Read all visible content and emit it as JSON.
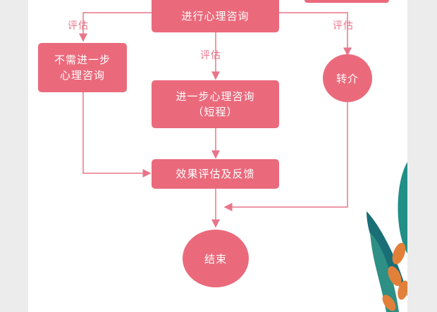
{
  "diagram": {
    "nodes": {
      "counseling": "进行心理咨询",
      "no_need_line1": "不需进一步",
      "no_need_line2": "心理咨询",
      "further_line1": "进一步心理咨询",
      "further_line2": "（短程）",
      "referral": "转介",
      "evaluation_feedback": "效果评估及反馈",
      "end": "结束"
    },
    "edge_labels": {
      "left": "评估",
      "center": "评估",
      "right": "评估"
    }
  },
  "colors": {
    "node_fill": "#ea6a7c",
    "line": "#e8758a",
    "node_text": "#ffffff",
    "sidebar": "#ececec",
    "leaf_teal": "#1f8f87",
    "leaf_orange": "#e2803a"
  }
}
